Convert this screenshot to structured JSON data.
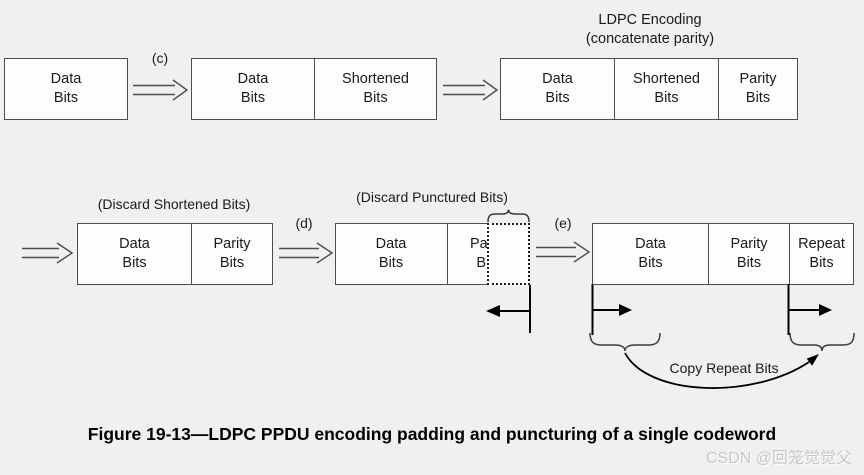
{
  "page": {
    "caption": "Figure 19-13—LDPC PPDU encoding padding and puncturing of a single codeword",
    "watermark": "CSDN @回笼觉觉父",
    "background": "#f0f0f0"
  },
  "labels": {
    "step_c": "(c)",
    "step_d": "(d)",
    "step_e": "(e)",
    "ldpc_encoding": "LDPC Encoding\n(concatenate parity)",
    "discard_shortened": "(Discard Shortened Bits)",
    "discard_punctured": "(Discard Punctured Bits)",
    "copy_repeat": "Copy Repeat Bits"
  },
  "boxes": {
    "input": {
      "cells": [
        "Data\nBits"
      ]
    },
    "shortened": {
      "cells": [
        "Data\nBits",
        "Shortened\nBits"
      ]
    },
    "encoded": {
      "cells": [
        "Data\nBits",
        "Shortened\nBits",
        "Parity\nBits"
      ]
    },
    "discard_shortened": {
      "cells": [
        "Data\nBits",
        "Parity\nBits"
      ]
    },
    "punctured": {
      "cells": [
        "Data\nBits",
        "Parity\nBits"
      ]
    },
    "repeated": {
      "cells": [
        "Data\nBits",
        "Parity\nBits",
        "Repeat\nBits"
      ]
    }
  },
  "colors": {
    "box_border": "#4d4d4d",
    "box_fill": "#fdfdfd",
    "solid_line": "#000000",
    "text": "#1a1a1a",
    "watermark": "#c6c6c6"
  }
}
